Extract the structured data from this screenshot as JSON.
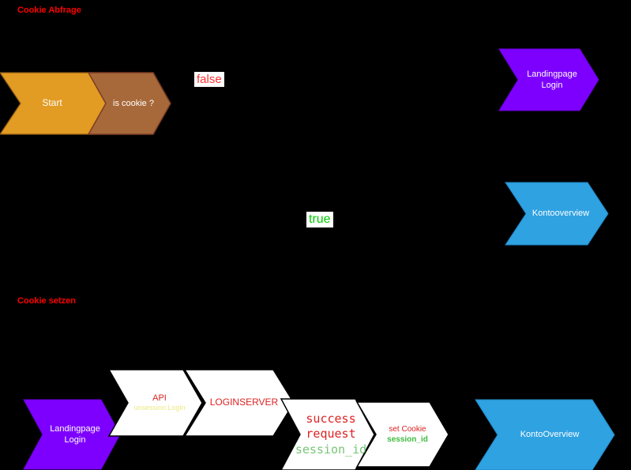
{
  "diagram": {
    "sections": {
      "cookie_abfrage": "Cookie Abfrage",
      "cookie_setzen": "Cookie setzen"
    },
    "branch_labels": {
      "false_label": "false",
      "true_label": "true"
    },
    "shapes": {
      "start": {
        "label": "Start"
      },
      "is_cookie": {
        "label": "is cookie ?"
      },
      "landingpage_login_top": {
        "line1": "Landingpage",
        "line2": "Login"
      },
      "kontooverview_top": {
        "label": "Kontooverview"
      },
      "landingpage_login_bottom": {
        "line1": "Landingpage",
        "line2": "Login"
      },
      "api": {
        "line1": "API",
        "line2": "unsession:Login"
      },
      "loginserver": {
        "label": "LOGINSERVER"
      },
      "success_request": {
        "line1": "success",
        "line2": "request",
        "line3": "session_id"
      },
      "set_cookie": {
        "line1": "set Cookie",
        "line2": "session_id"
      },
      "kontooverview_bottom": {
        "label": "KontoOverview"
      }
    },
    "colors": {
      "background": "#000000",
      "label_bg": "#ffffff",
      "section_label": "#ff0000",
      "false_text": "#ff3333",
      "true_text": "#00cc00",
      "orange_fill": "#e29b23",
      "orange_stroke": "#8a5a14",
      "brown_fill": "#a8693a",
      "brown_stroke": "#7a3b23",
      "purple_fill": "#7d00ff",
      "purple_stroke": "#6a00d8",
      "blue_fill": "#2fa2e2",
      "blue_stroke": "#1f86c2",
      "white_fill": "#ffffff",
      "white_stroke": "#000000",
      "white_text": "#ffffff",
      "red_text": "#dd2222",
      "yellow_text": "#eaea85",
      "green_text": "#3dbb3d",
      "green_light_text": "#77c577"
    }
  }
}
